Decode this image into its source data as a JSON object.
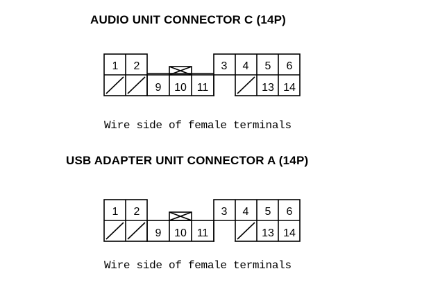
{
  "connectors": [
    {
      "title": "AUDIO UNIT CONNECTOR C (14P)",
      "caption": "Wire side of female terminals",
      "top_row": [
        "1",
        "2",
        "3",
        "4",
        "5",
        "6"
      ],
      "bottom_row": [
        "9",
        "10",
        "11",
        "13",
        "14"
      ]
    },
    {
      "title": "USB ADAPTER UNIT CONNECTOR A (14P)",
      "caption": "Wire side of female terminals",
      "top_row": [
        "1",
        "2",
        "3",
        "4",
        "5",
        "6"
      ],
      "bottom_row": [
        "9",
        "10",
        "11",
        "13",
        "14"
      ]
    }
  ]
}
